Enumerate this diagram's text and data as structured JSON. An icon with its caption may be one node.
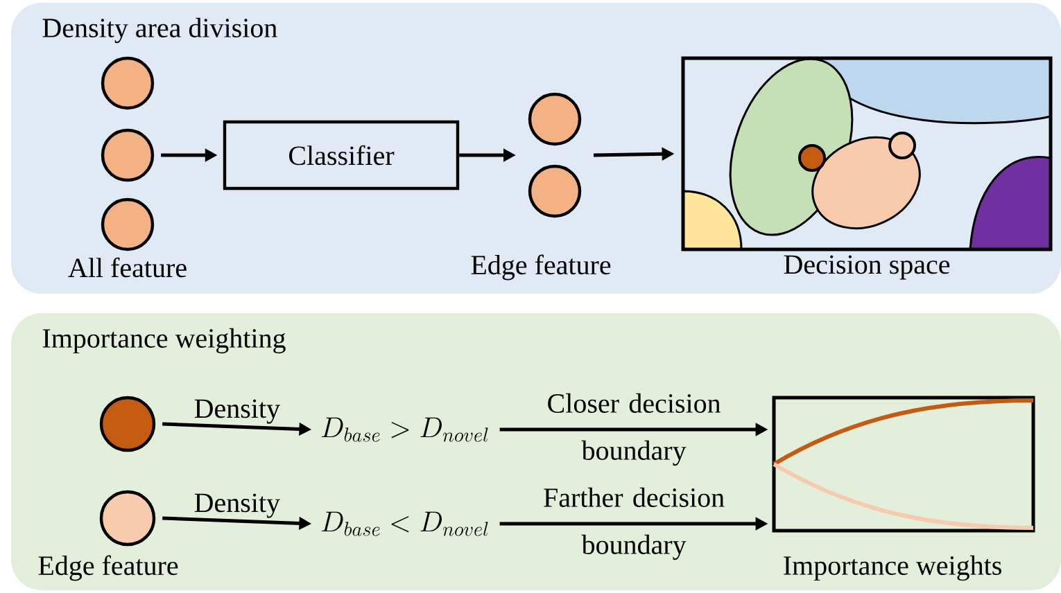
{
  "diagram": {
    "nodes": [
      {
        "text": [
          "Density area division"
        ]
      },
      {
        "text": [],
        "shape": "circle",
        "in": 0
      },
      {
        "text": [],
        "shape": "circle",
        "in": 0
      },
      {
        "text": [],
        "shape": "circle",
        "in": 0
      },
      {
        "text": [
          "Classifier"
        ],
        "in": 0
      },
      {
        "text": [],
        "shape": "circle",
        "in": 0
      },
      {
        "text": [],
        "shape": "circle",
        "in": 0
      },
      {
        "text": [],
        "shape": "picture",
        "in": 0,
        "beside": [
          "Decision space"
        ]
      },
      {
        "text": [
          "Importance weighting"
        ]
      },
      {
        "text": [],
        "shape": "circle",
        "in": 8
      },
      {
        "text": [],
        "shape": "circle",
        "in": 8,
        "beside": [
          "Edge feature"
        ]
      },
      {
        "text": [
          "D_{base} > D_{novel}"
        ],
        "in": 8
      },
      {
        "text": [
          "D_{base} < D_{novel}"
        ],
        "in": 8
      },
      {
        "text": [],
        "shape": "picture",
        "in": 8,
        "beside": [
          "Importance weights"
        ]
      }
    ],
    "edges": [
      {
        "from": 2,
        "to": 4,
        "arrow": "to"
      },
      {
        "from": 4,
        "to": null,
        "arrow": "to"
      },
      {
        "from": null,
        "to": 7,
        "arrow": "to"
      },
      {
        "from": 9,
        "to": 11,
        "arrow": "to",
        "label": "Density"
      },
      {
        "from": 10,
        "to": 12,
        "arrow": "to",
        "label": "Density"
      },
      {
        "from": 11,
        "to": 13,
        "arrow": "to",
        "label": "Closer decision boundary"
      },
      {
        "from": 12,
        "to": 13,
        "arrow": "to",
        "label": "Farther decision boundary"
      }
    ],
    "labels": [
      "All feature",
      "Edge feature"
    ]
  }
}
